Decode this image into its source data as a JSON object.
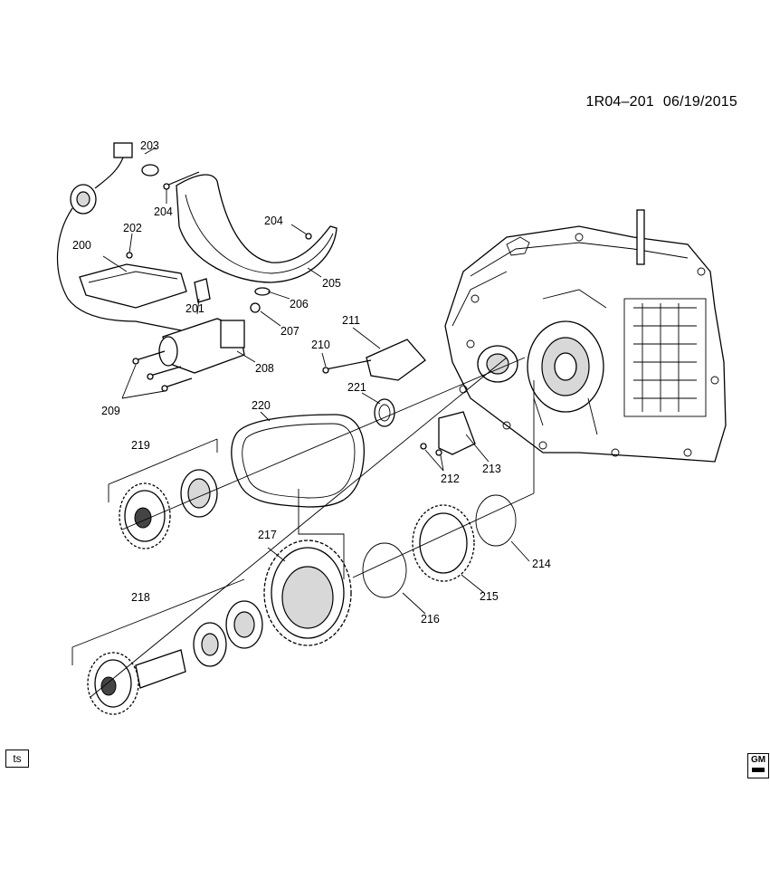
{
  "header": {
    "code": "1R04–201",
    "date": "06/19/2015"
  },
  "footer": {
    "corner_label": "ts",
    "logo_text": "GM"
  },
  "callouts": [
    "200",
    "201",
    "202",
    "203",
    "204",
    "204",
    "205",
    "206",
    "207",
    "208",
    "209",
    "210",
    "211",
    "212",
    "213",
    "214",
    "215",
    "216",
    "217",
    "218",
    "219",
    "220",
    "221"
  ]
}
